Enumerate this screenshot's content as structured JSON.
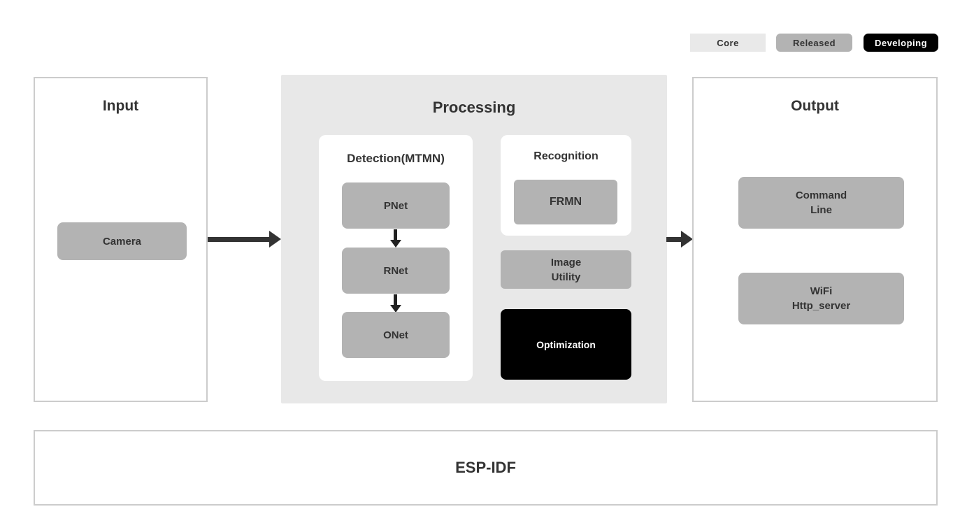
{
  "legend": {
    "items": [
      {
        "label": "Core",
        "color": "#e9e9e9",
        "text_color": "#333333"
      },
      {
        "label": "Released",
        "color": "#b3b3b3",
        "text_color": "#333333"
      },
      {
        "label": "Developing",
        "color": "#000000",
        "text_color": "#ffffff"
      }
    ]
  },
  "diagram": {
    "input": {
      "title": "Input",
      "camera_label": "Camera"
    },
    "processing": {
      "title": "Processing",
      "detection": {
        "title": "Detection(MTMN)",
        "nodes": [
          "PNet",
          "RNet",
          "ONet"
        ]
      },
      "recognition": {
        "title": "Recognition",
        "node": "FRMN"
      },
      "image_utility": {
        "line1": "Image",
        "line2": "Utility"
      },
      "optimization_label": "Optimization"
    },
    "output": {
      "title": "Output",
      "command_line": {
        "line1": "Command",
        "line2": "Line"
      },
      "wifi": {
        "line1": "WiFi",
        "line2": "Http_server"
      }
    },
    "foundation": {
      "title": "ESP-IDF"
    }
  },
  "colors": {
    "processing_background": "#e8e8e8",
    "released_block": "#b3b3b3",
    "developing_block": "#000000",
    "panel_border": "#cccccc",
    "text": "#333333",
    "arrow": "#333333"
  }
}
